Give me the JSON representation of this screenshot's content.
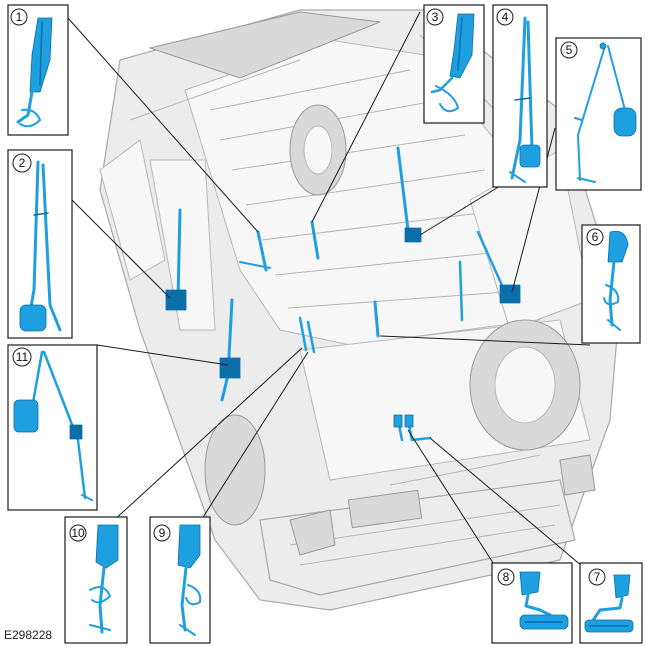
{
  "figure_code": "E298228",
  "colors": {
    "belt": "#1ea0e0",
    "belt_dark": "#0a6fa8",
    "car_fill": "#ececec",
    "car_stroke": "#a9a9a9"
  },
  "callouts": [
    {
      "number": "1"
    },
    {
      "number": "2"
    },
    {
      "number": "3"
    },
    {
      "number": "4"
    },
    {
      "number": "5"
    },
    {
      "number": "6"
    },
    {
      "number": "7"
    },
    {
      "number": "8"
    },
    {
      "number": "9"
    },
    {
      "number": "10"
    },
    {
      "number": "11"
    }
  ]
}
